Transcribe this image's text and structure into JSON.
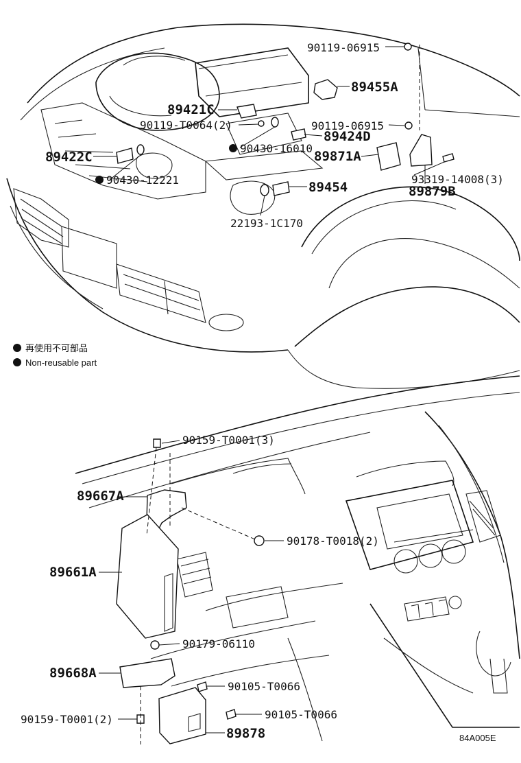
{
  "diagram": {
    "top_section": {
      "labels": {
        "p90119_06915_a": "90119-06915",
        "p89455A": "89455A",
        "p89421C": "89421C",
        "p90119_T0064": "90119-T0064(2)",
        "p90119_06915_b": "90119-06915",
        "p89424D": "89424D",
        "p89422C": "89422C",
        "p90430_16010": "90430-16010",
        "p89871A": "89871A",
        "p90430_12221": "90430-12221",
        "p89454": "89454",
        "p93319_14008": "93319-14008(3)",
        "p89879B": "89879B",
        "p22193_1C170": "22193-1C170"
      }
    },
    "legend": {
      "line1": "再使用不可部品",
      "line2": "Non-reusable part"
    },
    "bottom_section": {
      "labels": {
        "p90159_T0001_3": "90159-T0001(3)",
        "p89667A": "89667A",
        "p90178_T0018": "90178-T0018(2)",
        "p89661A": "89661A",
        "p90179_06110": "90179-06110",
        "p89668A": "89668A",
        "p90105_T0066_a": "90105-T0066",
        "p90105_T0066_b": "90105-T0066",
        "p90159_T0001_2": "90159-T0001(2)",
        "p89878": "89878"
      }
    },
    "figure_code": "84A005E"
  }
}
